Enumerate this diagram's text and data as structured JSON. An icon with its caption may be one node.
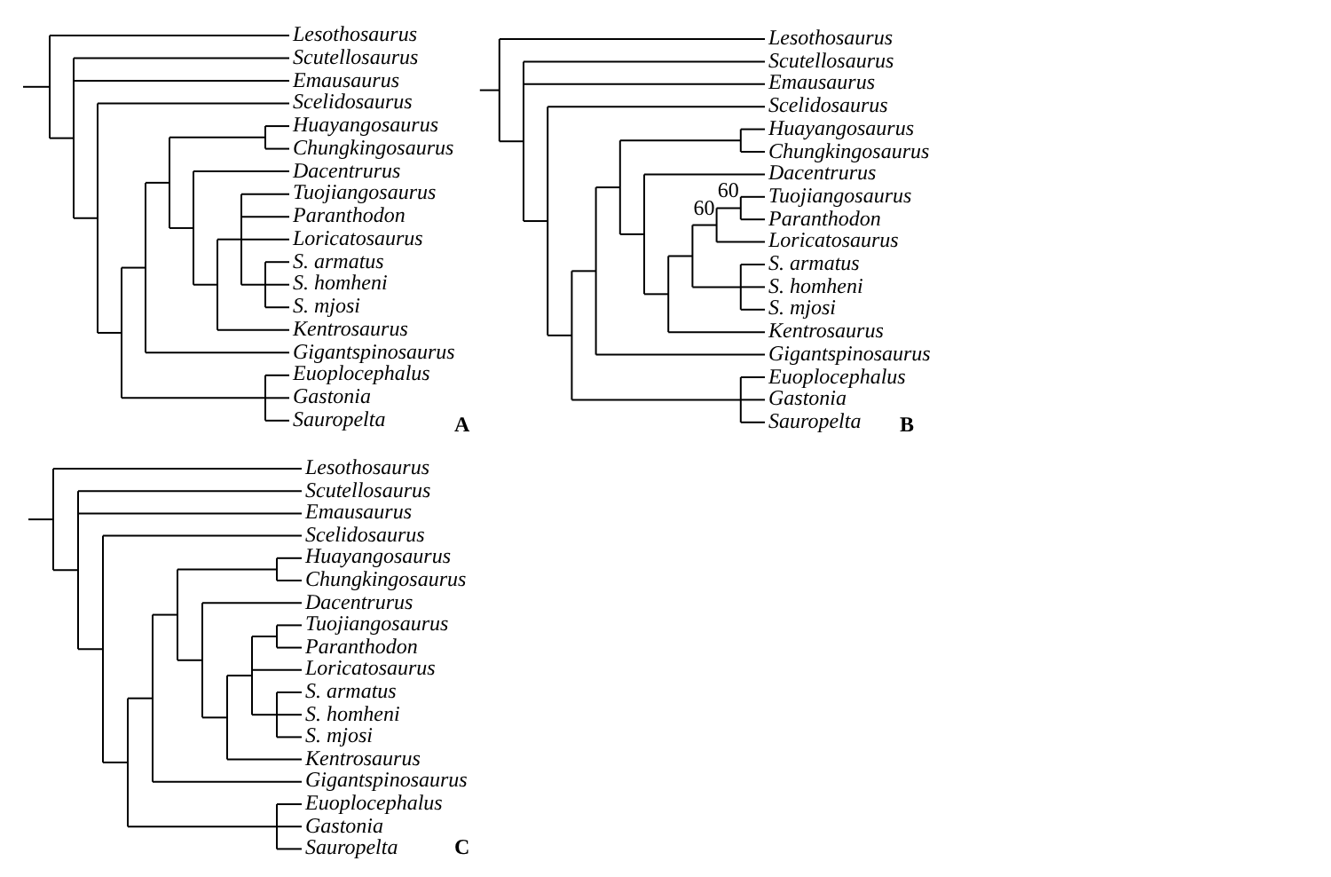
{
  "diagram": {
    "labels": [
      "Lesothosaurus",
      "Scutellosaurus",
      "Emausaurus",
      "Scelidosaurus",
      "Huayangosaurus",
      "Chungkingosaurus",
      "Dacentrurus",
      "Tuojiangosaurus",
      "Paranthodon",
      "Loricatosaurus",
      "S. armatus",
      "S. homheni",
      "S. mjosi",
      "Kentrosaurus",
      "Gigantspinosaurus",
      "Euoplocephalus",
      "Gastonia",
      "Sauropelta",
      "A",
      "Lesothosaurus",
      "Scutellosaurus",
      "Emausaurus",
      "Scelidosaurus",
      "Huayangosaurus",
      "Chungkingosaurus",
      "Dacentrurus",
      "Tuojiangosaurus",
      "Paranthodon",
      "Loricatosaurus",
      "S. armatus",
      "S. homheni",
      "S. mjosi",
      "Kentrosaurus",
      "Gigantspinosaurus",
      "Euoplocephalus",
      "Gastonia",
      "Sauropelta",
      "60",
      "60",
      "B",
      "Lesothosaurus",
      "Scutellosaurus",
      "Emausaurus",
      "Scelidosaurus",
      "Huayangosaurus",
      "Chungkingosaurus",
      "Dacentrurus",
      "Tuojiangosaurus",
      "Paranthodon",
      "Loricatosaurus",
      "S. armatus",
      "S. homheni",
      "S. mjosi",
      "Kentrosaurus",
      "Gigantspinosaurus",
      "Euoplocephalus",
      "Gastonia",
      "Sauropelta",
      "C"
    ]
  }
}
